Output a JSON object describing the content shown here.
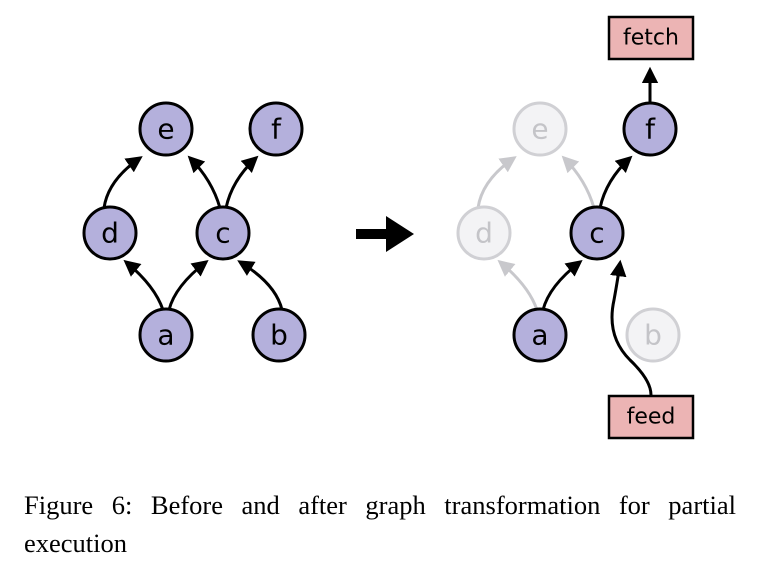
{
  "colors": {
    "node_fill": "#b4b0dc",
    "node_stroke": "#000000",
    "faded_fill": "#f3f3f5",
    "faded_stroke": "#d0d0d4",
    "faded_text": "#c4c4c8",
    "box_fill": "#ecb4b4"
  },
  "before": {
    "nodes": [
      "e",
      "f",
      "d",
      "c",
      "a",
      "b"
    ]
  },
  "after": {
    "nodes": [
      "e",
      "f",
      "d",
      "c",
      "a",
      "b"
    ],
    "fetch_label": "fetch",
    "feed_label": "feed"
  },
  "arrow_icon": "right-arrow-icon",
  "caption": {
    "text": "Figure 6: Before and after graph transformation for partial execution"
  }
}
